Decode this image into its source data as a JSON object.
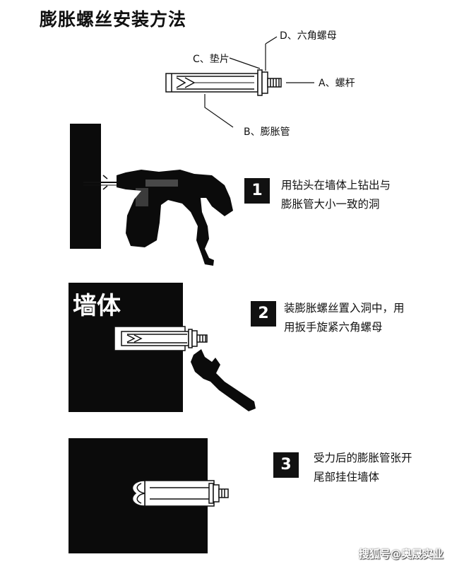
{
  "title": "膨胀螺丝安装方法",
  "parts": {
    "a": "A、螺杆",
    "b": "B、膨胀管",
    "c": "C、垫片",
    "d": "D、六角螺母"
  },
  "steps": [
    {
      "number": "1",
      "line1": "用钻头在墙体上钻出与",
      "line2": "膨胀管大小一致的洞"
    },
    {
      "number": "2",
      "line1": "装膨胀螺丝置入洞中，用",
      "line2": "用扳手旋紧六角螺母"
    },
    {
      "number": "3",
      "line1": "受力后的膨胀管张开",
      "line2": "尾部挂住墙体"
    }
  ],
  "wall_label": "墙体",
  "watermark": "搜狐号@奥晟实业"
}
